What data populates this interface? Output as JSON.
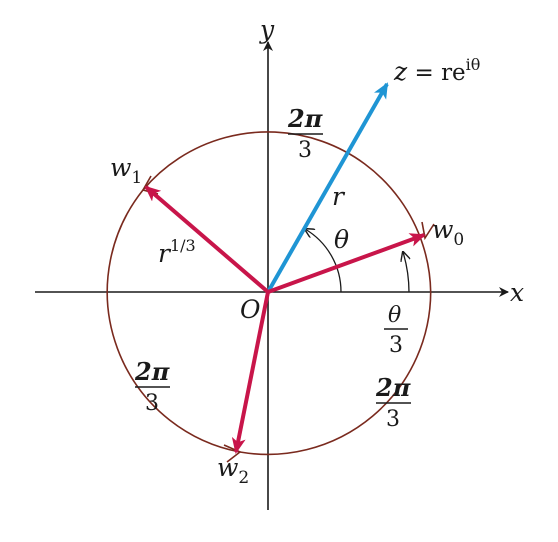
{
  "labels": {
    "x_axis": "x",
    "y_axis": "y",
    "origin": "O",
    "z_main": "z",
    "z_eq": " = re",
    "z_exp": "iθ",
    "r": "r",
    "theta": "θ",
    "w": "w",
    "w0_sub": "0",
    "w1_sub": "1",
    "w2_sub": "2",
    "r_cube_base": "r",
    "r_cube_exp": "1/3",
    "two_pi": "2π",
    "three": "3",
    "theta_num": "θ"
  },
  "colors": {
    "axis": "#1a1a1a",
    "circle": "#7a2a1e",
    "z_vector": "#1f95d4",
    "roots": "#c8154a"
  }
}
